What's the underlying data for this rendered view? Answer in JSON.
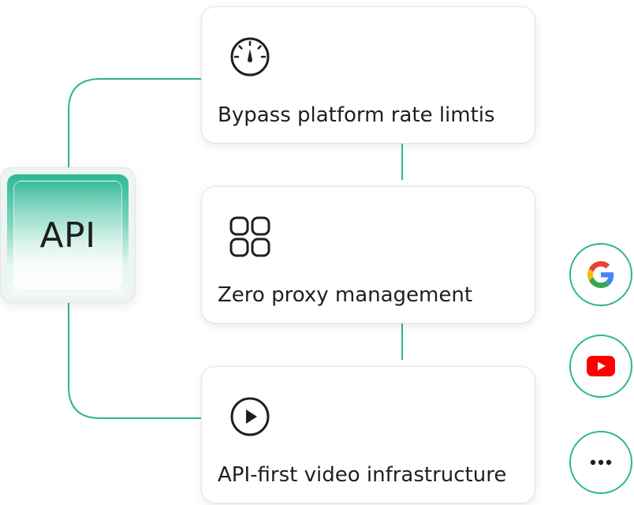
{
  "api_box": {
    "label": "API"
  },
  "cards": [
    {
      "label": "Bypass platform rate limtis",
      "icon": "speedometer-icon"
    },
    {
      "label": "Zero proxy management",
      "icon": "grid-icon"
    },
    {
      "label": "API-first video infrastructure",
      "icon": "play-circle-icon"
    }
  ],
  "platforms": [
    {
      "icon": "google-icon"
    },
    {
      "icon": "youtube-icon"
    },
    {
      "icon": "more-icon"
    }
  ],
  "colors": {
    "accent": "#2db493",
    "youtube_red": "#ff0000",
    "google_blue": "#4285f4",
    "google_red": "#ea4335",
    "google_yellow": "#fbbc05",
    "google_green": "#34a853"
  }
}
